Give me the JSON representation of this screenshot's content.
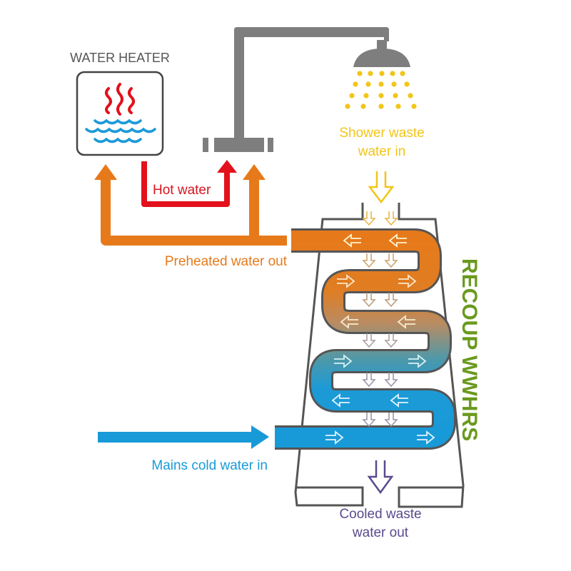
{
  "title": "Recoup WWHRS shower heat recovery diagram",
  "labels": {
    "water_heater": "WATER HEATER",
    "hot_water": "Hot water",
    "shower_waste_line1": "Shower waste",
    "shower_waste_line2": "water in",
    "preheated_out": "Preheated water out",
    "mains_cold_in": "Mains cold water in",
    "cooled_line1": "Cooled waste",
    "cooled_line2": "water out",
    "brand": "RECOUP WWHRS"
  },
  "colors": {
    "hot": "#e2111b",
    "preheated": "#e67a1b",
    "cold": "#189ad8",
    "waste_in": "#f2c518",
    "waste_out": "#5a4a8e",
    "brand": "#6a9a1e",
    "pipe_gray": "#7e7e7e",
    "outline": "#555555"
  },
  "icons": [
    "steam-icon",
    "water-waves-icon",
    "shower-head-icon"
  ]
}
